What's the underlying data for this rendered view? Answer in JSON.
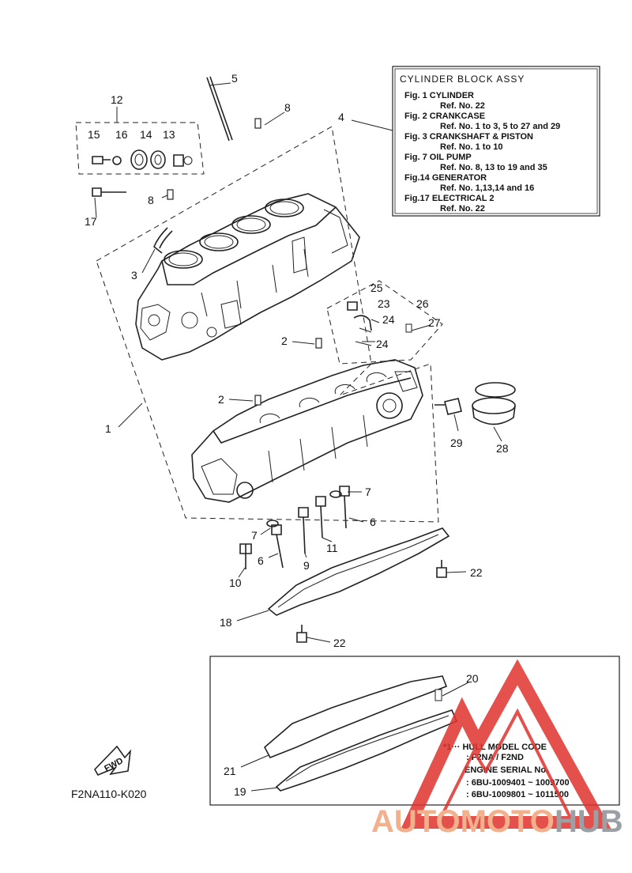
{
  "title_box": {
    "heading": "CYLINDER BLOCK ASSY",
    "lines": [
      {
        "fig": "Fig.  1 CYLINDER",
        "ref": "Ref. No. 22"
      },
      {
        "fig": "Fig.  2 CRANKCASE",
        "ref": "Ref. No. 1 to 3, 5 to 27 and 29"
      },
      {
        "fig": "Fig.  3 CRANKSHAFT & PISTON",
        "ref": "Ref. No. 1 to 10"
      },
      {
        "fig": "Fig.  7 OIL PUMP",
        "ref": "Ref. No. 8, 13 to 19 and 35"
      },
      {
        "fig": "Fig.14 GENERATOR",
        "ref": "Ref. No. 1,13,14 and 16"
      },
      {
        "fig": "Fig.17 ELECTRICAL 2",
        "ref": "Ref. No. 22"
      }
    ]
  },
  "callouts": {
    "c1": "1",
    "c2a": "2",
    "c2b": "2",
    "c3": "3",
    "c4": "4",
    "c5": "5",
    "c6a": "6",
    "c6b": "6",
    "c7a": "7",
    "c7b": "7",
    "c8a": "8",
    "c8b": "8",
    "c9": "9",
    "c10": "10",
    "c11": "11",
    "c12": "12",
    "c13": "13",
    "c14": "14",
    "c15": "15",
    "c16": "16",
    "c17": "17",
    "c18": "18",
    "c19": "19",
    "c20": "20",
    "c21": "21",
    "c22a": "22",
    "c22b": "22",
    "c23": "23",
    "c24a": "24",
    "c24b": "24",
    "c25": "25",
    "c26": "26",
    "c27": "27",
    "c28": "28",
    "c29": "29"
  },
  "inset_note": {
    "line1": "*1··· HULL MODEL CODE",
    "line2": ": F2NA / F2ND",
    "line3": "ENGINE SERIAL No.",
    "line4": ": 6BU-1009401 ~ 1009700",
    "line5": ": 6BU-1009801 ~ 1011500"
  },
  "fwd_label": "FWD",
  "figure_code": "F2NA110-K020",
  "watermark": {
    "part1": "AUTOMOTO",
    "part2": "HUB",
    "accent_color": "#f3b08c",
    "gray_color": "#9aa0a6",
    "logo_color": "#e0332e"
  }
}
